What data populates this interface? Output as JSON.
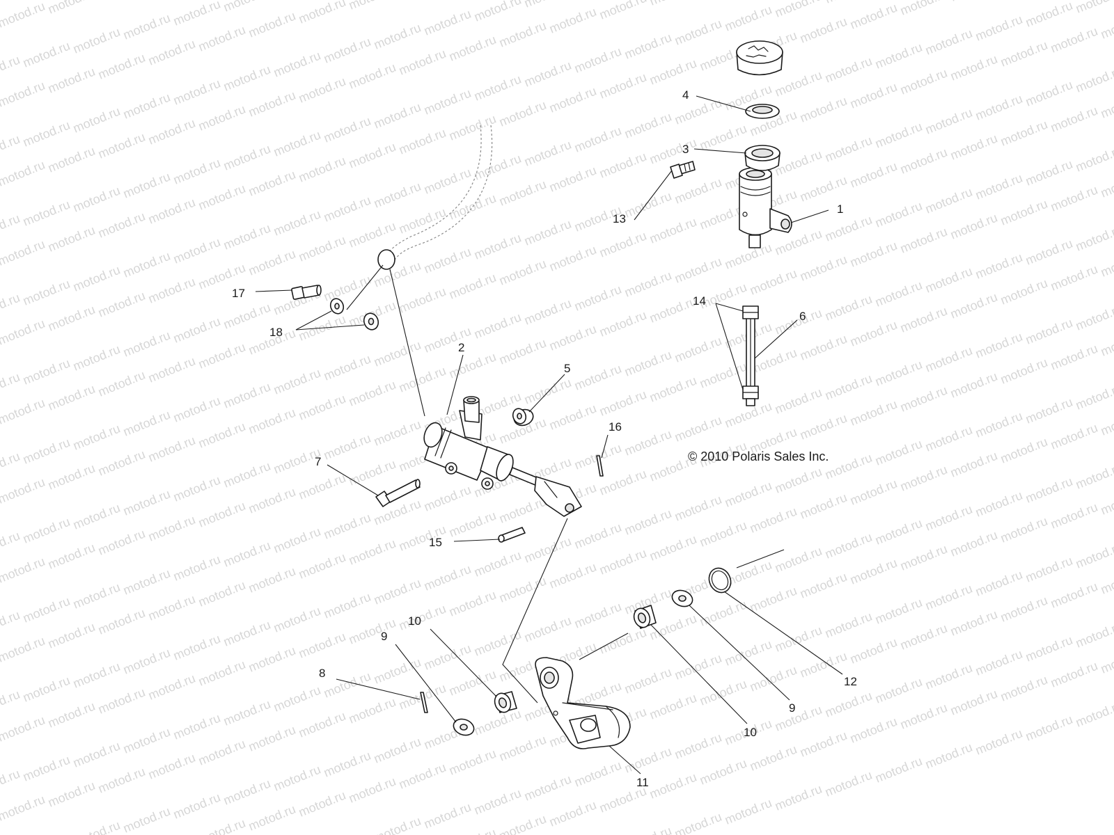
{
  "watermark": {
    "text": "motod.ru"
  },
  "copyright": "© 2010 Polaris Sales Inc.",
  "callouts": {
    "c1": "1",
    "c2": "2",
    "c3": "3",
    "c4": "4",
    "c5": "5",
    "c6": "6",
    "c7": "7",
    "c8": "8",
    "c9a": "9",
    "c9b": "9",
    "c10a": "10",
    "c10b": "10",
    "c11": "11",
    "c12": "12",
    "c13": "13",
    "c14": "14",
    "c15": "15",
    "c16": "16",
    "c17": "17",
    "c18": "18"
  }
}
